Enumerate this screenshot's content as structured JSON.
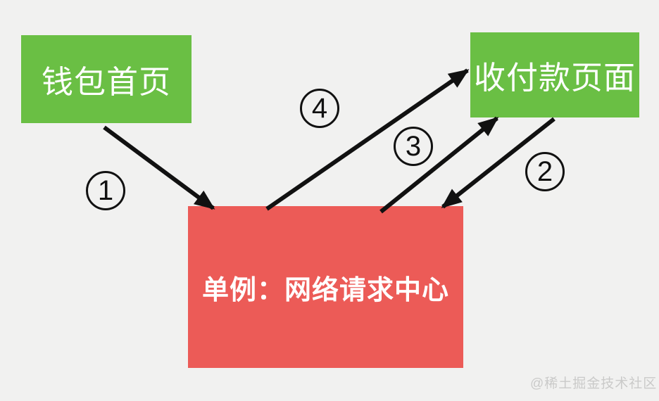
{
  "diagram": {
    "title_hint": "singleton network request center flow",
    "nodes": {
      "wallet_home": {
        "label": "钱包首页",
        "color": "#6abf44",
        "text_color": "#ffffff"
      },
      "payment_page": {
        "label": "收付款页面",
        "color": "#6abf44",
        "text_color": "#ffffff"
      },
      "network_center": {
        "label": "单例：网络请求中心",
        "color": "#ec5b57",
        "text_color": "#ffffff"
      }
    },
    "steps": [
      {
        "num": "1",
        "from": "wallet_home",
        "to": "network_center"
      },
      {
        "num": "2",
        "from": "payment_page",
        "to": "network_center"
      },
      {
        "num": "3",
        "from": "network_center",
        "to": "payment_page"
      },
      {
        "num": "4",
        "from": "network_center",
        "to": "payment_page"
      }
    ],
    "colors": {
      "background": "#f1f1f0",
      "green": "#6abf44",
      "red": "#ec5b57",
      "arrow": "#111111",
      "watermark": "#cacac9"
    }
  },
  "watermark": {
    "text": "@稀土掘金技术社区"
  }
}
